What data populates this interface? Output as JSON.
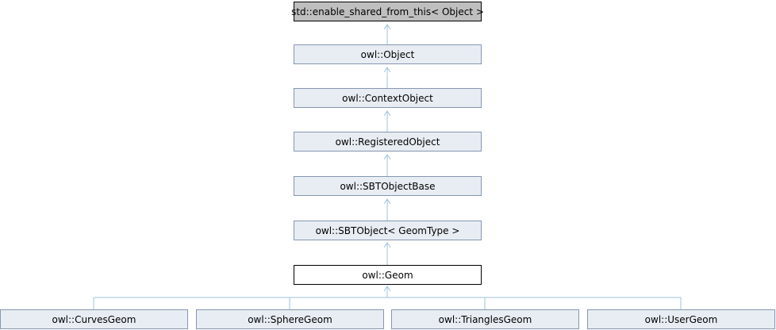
{
  "nodes": {
    "enable_shared": "std::enable_shared_from_this< Object >",
    "object": "owl::Object",
    "context_object": "owl::ContextObject",
    "registered_object": "owl::RegisteredObject",
    "sbt_object_base": "owl::SBTObjectBase",
    "sbt_object": "owl::SBTObject< GeomType >",
    "geom": "owl::Geom",
    "curves_geom": "owl::CurvesGeom",
    "sphere_geom": "owl::SphereGeom",
    "triangles_geom": "owl::TrianglesGeom",
    "user_geom": "owl::UserGeom"
  },
  "colors": {
    "node_fill": "#e8edf3",
    "node_border": "#8497b0",
    "root_fill": "#bfbfbf",
    "current_fill": "#ffffff",
    "edge": "#9dc3db"
  }
}
